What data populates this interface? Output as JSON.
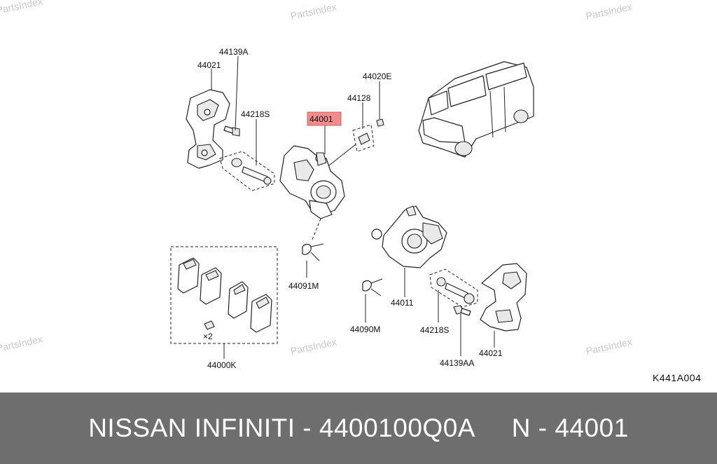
{
  "watermarks": [
    "PartsIndex",
    "PartsIndex",
    "PartsIndex",
    "PartsIndex",
    "PartsIndex",
    "PartsIndex"
  ],
  "callouts": {
    "p44139A": "44139A",
    "p44021_top": "44021",
    "p44218S_top": "44218S",
    "p44001": "44001",
    "p44128": "44128",
    "p44020E": "44020E",
    "p44091M": "44091M",
    "p44090M": "44090M",
    "p44011": "44011",
    "p44218S_bottom": "44218S",
    "p44139AA": "44139AA",
    "p44021_bottom": "44021",
    "p44000K": "44000K",
    "qty_x2": "×2"
  },
  "highlight_color": "#f28b8b",
  "diagram_code": "K441A004",
  "footer": {
    "title": "NISSAN INFINITI - 4400100Q0A     N - 44001"
  }
}
